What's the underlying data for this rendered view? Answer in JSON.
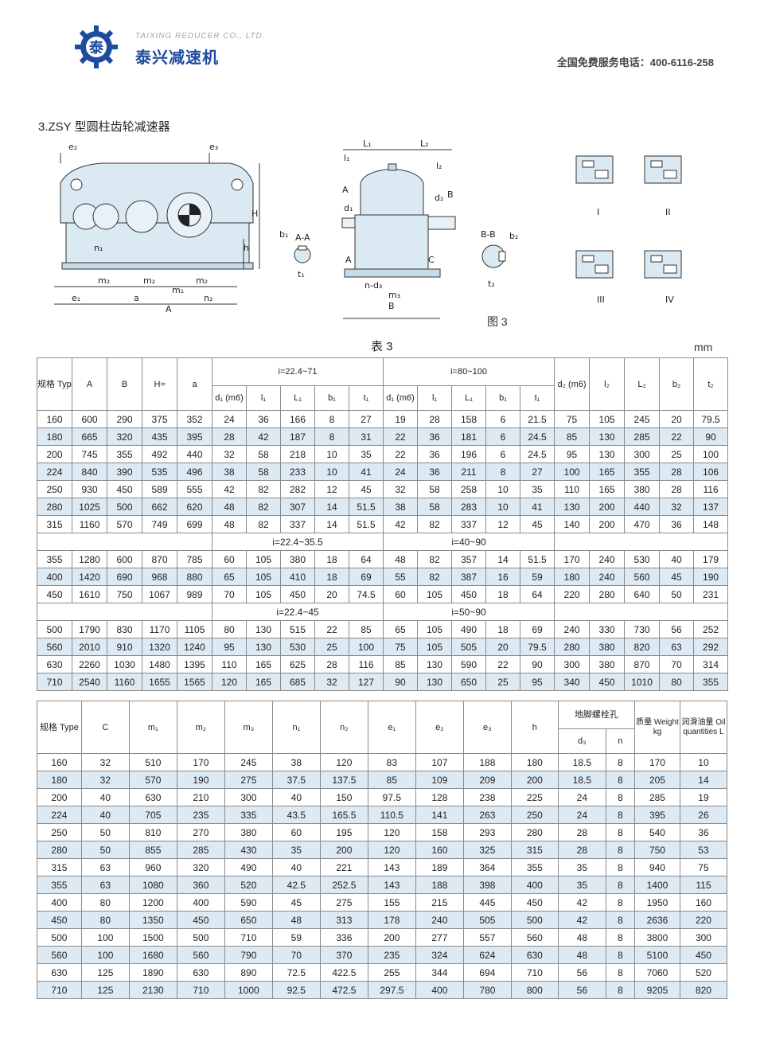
{
  "header": {
    "company_en": "TAIXING REDUCER CO., LTD.",
    "company_cn": "泰兴减速机",
    "hotline": "全国免费服务电话：400-6116-258",
    "brand_color": "#1e4aa0"
  },
  "section_title": "3.ZSY 型圆柱齿轮减速器",
  "figure": {
    "caption": "图 3",
    "section_aa": "A-A",
    "section_bb": "B-B",
    "arrangements": [
      "I",
      "II",
      "III",
      "IV"
    ],
    "dims_front": [
      "e₂",
      "e₃",
      "H",
      "h",
      "n₁",
      "m₂",
      "m₂",
      "m₂",
      "m₁",
      "e₁",
      "a",
      "n₂",
      "A"
    ],
    "dims_side": [
      "L₁",
      "L₂",
      "l₁",
      "l₂",
      "A",
      "d₁",
      "d₂",
      "B",
      "C",
      "A",
      "n-d₃",
      "m₃",
      "B"
    ],
    "dims_keys": [
      "b₁",
      "t₁",
      "b₂",
      "t₂"
    ]
  },
  "table_caption": "表 3",
  "unit": "mm",
  "table1": {
    "header": {
      "type": "规格 Type",
      "A": "A",
      "B": "B",
      "H": "H≈",
      "a": "a",
      "group1": "i=22.4~71",
      "group2": "i=80~100",
      "d2": "d₂ (m6)",
      "l2": "l₂",
      "L2": "L₂",
      "b2": "b₂",
      "t2": "t₂",
      "sub": [
        "d₁ (m6)",
        "l₁",
        "L₁",
        "b₁",
        "t₁",
        "d₁ (m6)",
        "l₁",
        "L₁",
        "b₁",
        "t₁"
      ]
    },
    "block_labels": [
      [
        "i=22.4~35.5",
        "i=40~90"
      ],
      [
        "i=22.4~45",
        "i=50~90"
      ]
    ],
    "blocks": [
      [
        [
          "160",
          "600",
          "290",
          "375",
          "352",
          "24",
          "36",
          "166",
          "8",
          "27",
          "19",
          "28",
          "158",
          "6",
          "21.5",
          "75",
          "105",
          "245",
          "20",
          "79.5"
        ],
        [
          "180",
          "665",
          "320",
          "435",
          "395",
          "28",
          "42",
          "187",
          "8",
          "31",
          "22",
          "36",
          "181",
          "6",
          "24.5",
          "85",
          "130",
          "285",
          "22",
          "90"
        ],
        [
          "200",
          "745",
          "355",
          "492",
          "440",
          "32",
          "58",
          "218",
          "10",
          "35",
          "22",
          "36",
          "196",
          "6",
          "24.5",
          "95",
          "130",
          "300",
          "25",
          "100"
        ],
        [
          "224",
          "840",
          "390",
          "535",
          "496",
          "38",
          "58",
          "233",
          "10",
          "41",
          "24",
          "36",
          "211",
          "8",
          "27",
          "100",
          "165",
          "355",
          "28",
          "106"
        ],
        [
          "250",
          "930",
          "450",
          "589",
          "555",
          "42",
          "82",
          "282",
          "12",
          "45",
          "32",
          "58",
          "258",
          "10",
          "35",
          "110",
          "165",
          "380",
          "28",
          "116"
        ],
        [
          "280",
          "1025",
          "500",
          "662",
          "620",
          "48",
          "82",
          "307",
          "14",
          "51.5",
          "38",
          "58",
          "283",
          "10",
          "41",
          "130",
          "200",
          "440",
          "32",
          "137"
        ],
        [
          "315",
          "1160",
          "570",
          "749",
          "699",
          "48",
          "82",
          "337",
          "14",
          "51.5",
          "42",
          "82",
          "337",
          "12",
          "45",
          "140",
          "200",
          "470",
          "36",
          "148"
        ]
      ],
      [
        [
          "355",
          "1280",
          "600",
          "870",
          "785",
          "60",
          "105",
          "380",
          "18",
          "64",
          "48",
          "82",
          "357",
          "14",
          "51.5",
          "170",
          "240",
          "530",
          "40",
          "179"
        ],
        [
          "400",
          "1420",
          "690",
          "968",
          "880",
          "65",
          "105",
          "410",
          "18",
          "69",
          "55",
          "82",
          "387",
          "16",
          "59",
          "180",
          "240",
          "560",
          "45",
          "190"
        ],
        [
          "450",
          "1610",
          "750",
          "1067",
          "989",
          "70",
          "105",
          "450",
          "20",
          "74.5",
          "60",
          "105",
          "450",
          "18",
          "64",
          "220",
          "280",
          "640",
          "50",
          "231"
        ]
      ],
      [
        [
          "500",
          "1790",
          "830",
          "1170",
          "1105",
          "80",
          "130",
          "515",
          "22",
          "85",
          "65",
          "105",
          "490",
          "18",
          "69",
          "240",
          "330",
          "730",
          "56",
          "252"
        ],
        [
          "560",
          "2010",
          "910",
          "1320",
          "1240",
          "95",
          "130",
          "530",
          "25",
          "100",
          "75",
          "105",
          "505",
          "20",
          "79.5",
          "280",
          "380",
          "820",
          "63",
          "292"
        ],
        [
          "630",
          "2260",
          "1030",
          "1480",
          "1395",
          "110",
          "165",
          "625",
          "28",
          "116",
          "85",
          "130",
          "590",
          "22",
          "90",
          "300",
          "380",
          "870",
          "70",
          "314"
        ],
        [
          "710",
          "2540",
          "1160",
          "1655",
          "1565",
          "120",
          "165",
          "685",
          "32",
          "127",
          "90",
          "130",
          "650",
          "25",
          "95",
          "340",
          "450",
          "1010",
          "80",
          "355"
        ]
      ]
    ]
  },
  "table2": {
    "header": {
      "type": "规格 Type",
      "C": "C",
      "m1": "m₁",
      "m2": "m₂",
      "m3": "m₃",
      "n1": "n₁",
      "n2": "n₂",
      "e1": "e₁",
      "e2": "e₂",
      "e3": "e₃",
      "h": "h",
      "bolt": "地脚螺栓孔",
      "d3": "d₃",
      "n": "n",
      "weight": "质量 Weight kg",
      "oil": "润滑油量 Oil quantities L"
    },
    "rows": [
      [
        "160",
        "32",
        "510",
        "170",
        "245",
        "38",
        "120",
        "83",
        "107",
        "188",
        "180",
        "18.5",
        "8",
        "170",
        "10"
      ],
      [
        "180",
        "32",
        "570",
        "190",
        "275",
        "37.5",
        "137.5",
        "85",
        "109",
        "209",
        "200",
        "18.5",
        "8",
        "205",
        "14"
      ],
      [
        "200",
        "40",
        "630",
        "210",
        "300",
        "40",
        "150",
        "97.5",
        "128",
        "238",
        "225",
        "24",
        "8",
        "285",
        "19"
      ],
      [
        "224",
        "40",
        "705",
        "235",
        "335",
        "43.5",
        "165.5",
        "110.5",
        "141",
        "263",
        "250",
        "24",
        "8",
        "395",
        "26"
      ],
      [
        "250",
        "50",
        "810",
        "270",
        "380",
        "60",
        "195",
        "120",
        "158",
        "293",
        "280",
        "28",
        "8",
        "540",
        "36"
      ],
      [
        "280",
        "50",
        "855",
        "285",
        "430",
        "35",
        "200",
        "120",
        "160",
        "325",
        "315",
        "28",
        "8",
        "750",
        "53"
      ],
      [
        "315",
        "63",
        "960",
        "320",
        "490",
        "40",
        "221",
        "143",
        "189",
        "364",
        "355",
        "35",
        "8",
        "940",
        "75"
      ],
      [
        "355",
        "63",
        "1080",
        "360",
        "520",
        "42.5",
        "252.5",
        "143",
        "188",
        "398",
        "400",
        "35",
        "8",
        "1400",
        "115"
      ],
      [
        "400",
        "80",
        "1200",
        "400",
        "590",
        "45",
        "275",
        "155",
        "215",
        "445",
        "450",
        "42",
        "8",
        "1950",
        "160"
      ],
      [
        "450",
        "80",
        "1350",
        "450",
        "650",
        "48",
        "313",
        "178",
        "240",
        "505",
        "500",
        "42",
        "8",
        "2636",
        "220"
      ],
      [
        "500",
        "100",
        "1500",
        "500",
        "710",
        "59",
        "336",
        "200",
        "277",
        "557",
        "560",
        "48",
        "8",
        "3800",
        "300"
      ],
      [
        "560",
        "100",
        "1680",
        "560",
        "790",
        "70",
        "370",
        "235",
        "324",
        "624",
        "630",
        "48",
        "8",
        "5100",
        "450"
      ],
      [
        "630",
        "125",
        "1890",
        "630",
        "890",
        "72.5",
        "422.5",
        "255",
        "344",
        "694",
        "710",
        "56",
        "8",
        "7060",
        "520"
      ],
      [
        "710",
        "125",
        "2130",
        "710",
        "1000",
        "92.5",
        "472.5",
        "297.5",
        "400",
        "780",
        "800",
        "56",
        "8",
        "9205",
        "820"
      ]
    ]
  }
}
